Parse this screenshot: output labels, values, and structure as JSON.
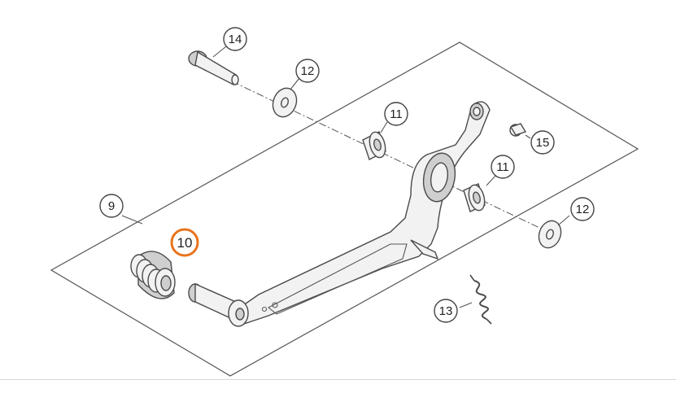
{
  "callouts": [
    {
      "id": "c14",
      "label": "14"
    },
    {
      "id": "c12a",
      "label": "12"
    },
    {
      "id": "c11a",
      "label": "11"
    },
    {
      "id": "c15",
      "label": "15"
    },
    {
      "id": "c11b",
      "label": "11"
    },
    {
      "id": "c12b",
      "label": "12"
    },
    {
      "id": "c9",
      "label": "9"
    },
    {
      "id": "c10",
      "label": "10"
    },
    {
      "id": "c13",
      "label": "13"
    }
  ],
  "colors": {
    "highlight": "#e8731c",
    "line": "#4a4a4a",
    "part_fill": "#f2f2f2"
  },
  "highlighted_part": "10"
}
